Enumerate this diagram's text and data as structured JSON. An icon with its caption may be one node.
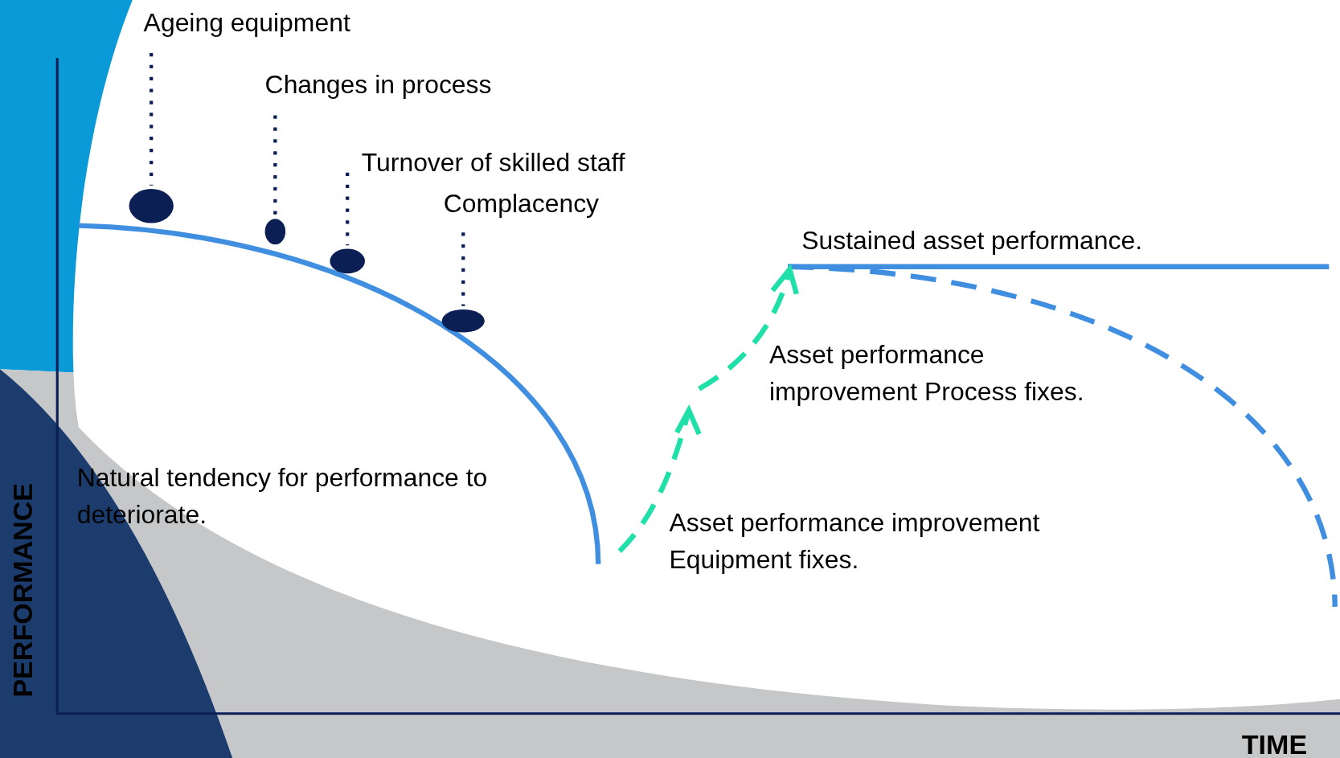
{
  "diagram": {
    "nodes": [
      {
        "text": [
          "Ageing equipment"
        ]
      },
      {
        "text": [],
        "shape": "circle"
      },
      {
        "text": [
          "Changes in process"
        ]
      },
      {
        "text": [],
        "shape": "circle"
      },
      {
        "text": [
          "Turnover of skilled staff"
        ]
      },
      {
        "text": [],
        "shape": "circle"
      },
      {
        "text": [
          "Complacency"
        ]
      },
      {
        "text": [],
        "shape": "circle"
      }
    ],
    "edges": [
      {
        "from": 0,
        "to": 1,
        "arrow": "none",
        "style": "dashed"
      },
      {
        "from": 2,
        "to": 3,
        "arrow": "none",
        "style": "dashed"
      },
      {
        "from": 4,
        "to": 5,
        "arrow": "none",
        "style": "dashed"
      },
      {
        "from": 6,
        "to": 7,
        "arrow": "none",
        "style": "dashed"
      }
    ],
    "labels": [
      "Sustained asset performance.",
      "Asset performance improvement Process fixes.",
      "Natural tendency for performance to deteriorate.",
      "Asset performance improvement Equipment fixes.",
      "PERFORMANCE",
      "TIME"
    ]
  }
}
